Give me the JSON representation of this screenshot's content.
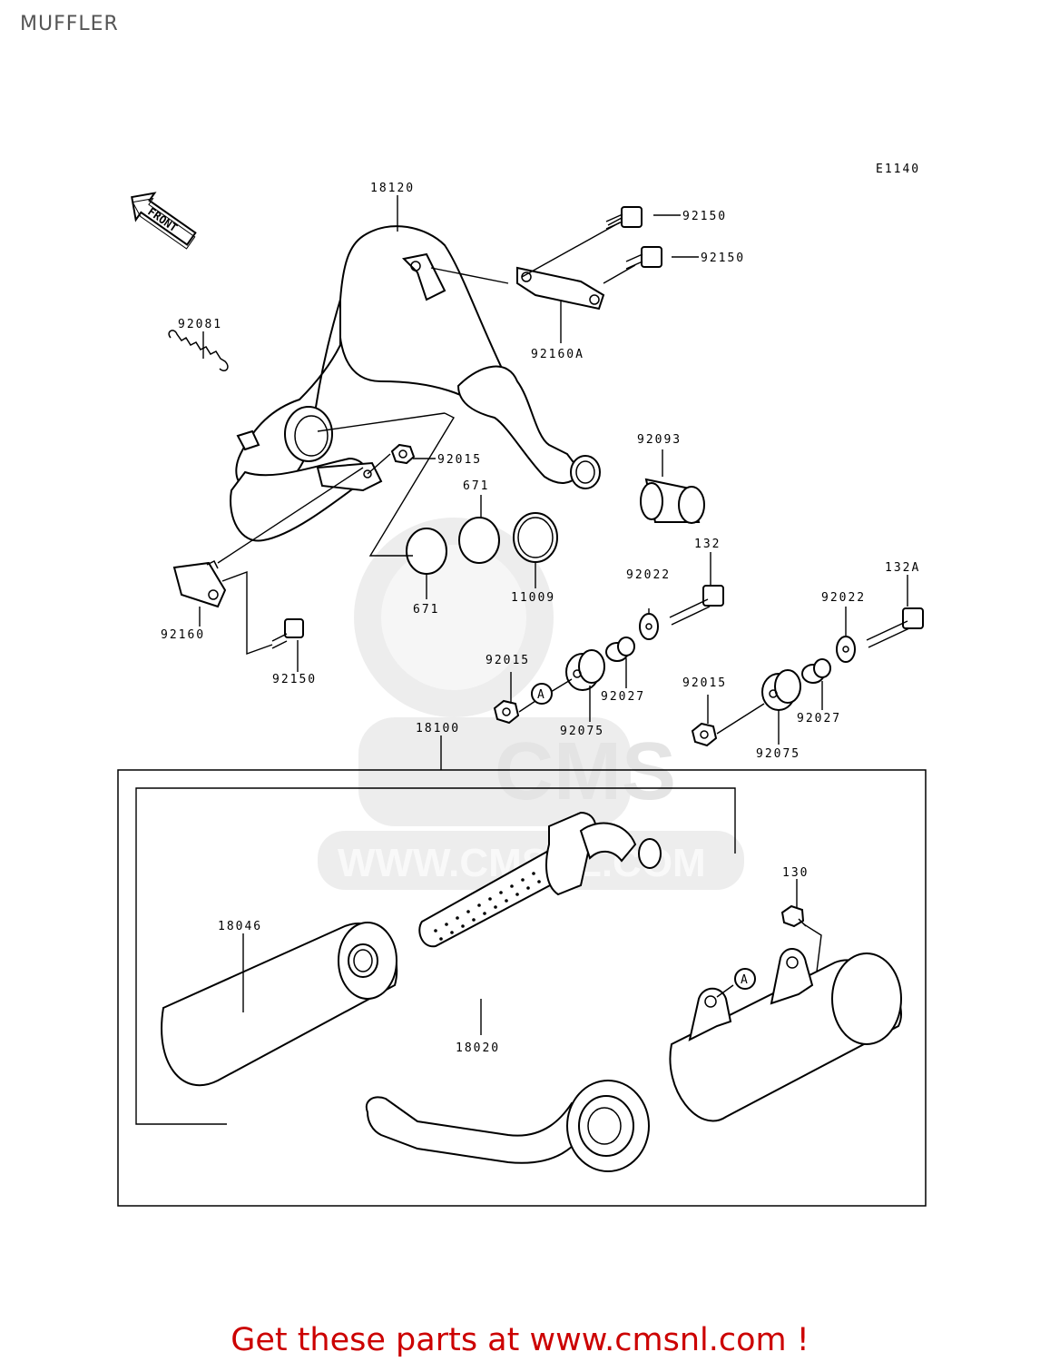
{
  "page": {
    "title": "MUFFLER",
    "diagram_code": "E1140",
    "front_label": "FRONT",
    "watermark_text": "WWW.CMSNL.COM",
    "footer": "Get these parts at www.cmsnl.com !"
  },
  "labels": {
    "p18120": "18120",
    "p92150a": "92150",
    "p92150b": "92150",
    "p92160A": "92160A",
    "p92081": "92081",
    "p92015a": "92015",
    "p671a": "671",
    "p671b": "671",
    "p11009": "11009",
    "p92093": "92093",
    "p92160": "92160",
    "p92150c": "92150",
    "p132": "132",
    "p132A": "132A",
    "p92022a": "92022",
    "p92022b": "92022",
    "p92015b": "92015",
    "p92027a": "92027",
    "p92075a": "92075",
    "p92015c": "92015",
    "p92027b": "92027",
    "p92075b": "92075",
    "p18100": "18100",
    "p18046": "18046",
    "p18020": "18020",
    "p130": "130",
    "refA1": "A",
    "refA2": "A"
  }
}
